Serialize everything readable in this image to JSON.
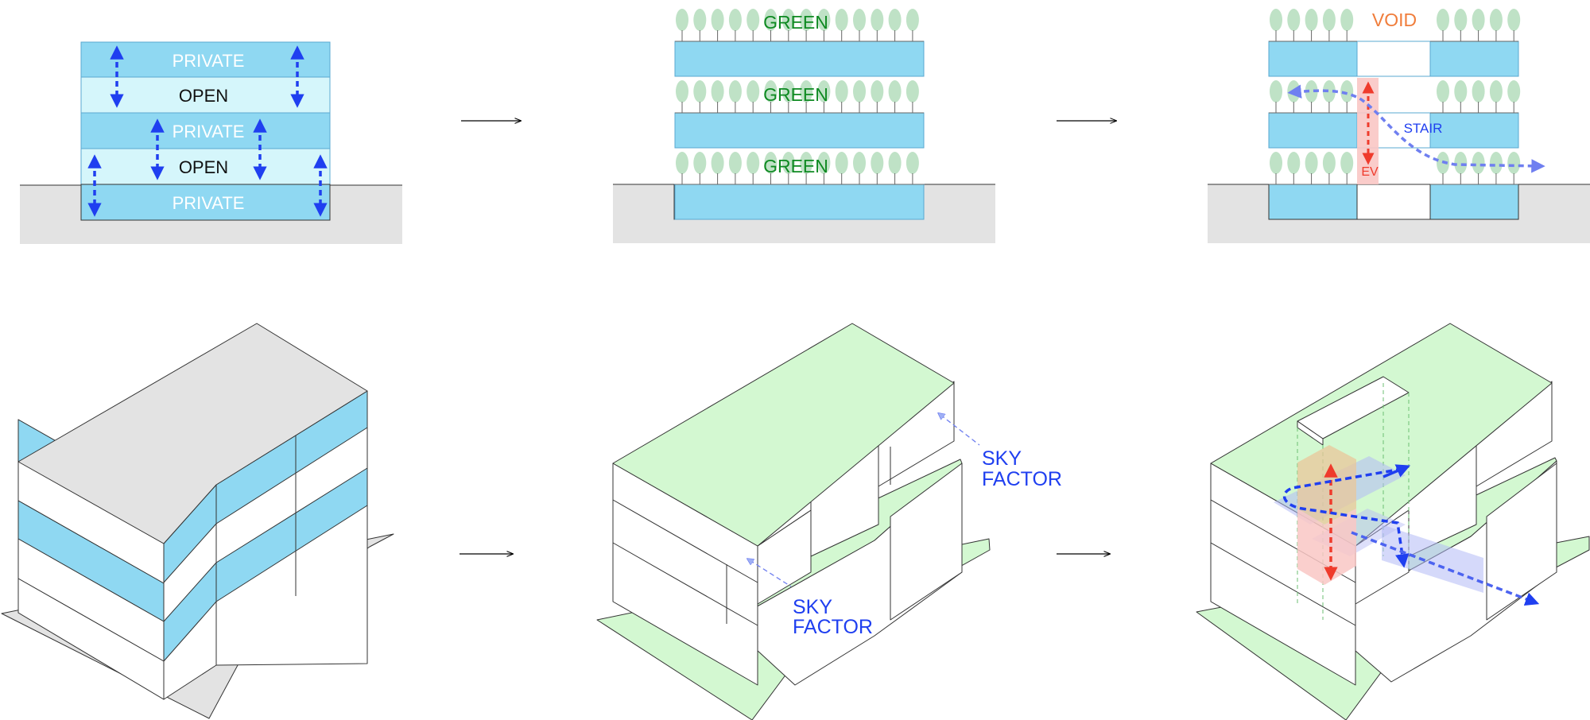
{
  "colors": {
    "blue_band": "#8fd8f2",
    "open_band": "#d5f6fb",
    "ground": "#e3e3e3",
    "green_roof": "#d3f8d1",
    "tree": "#bfe2c6",
    "arrow_blue": "#1f3ff0",
    "arrow_light": "#6f7ff0",
    "red": "#ef3b2c",
    "void_orange": "#f07d3b",
    "green_text": "#0f8a22",
    "outline": "#333333"
  },
  "panel1": {
    "labels": {
      "private_top": "PRIVATE",
      "open_upper": "OPEN",
      "private_mid": "PRIVATE",
      "open_lower": "OPEN",
      "private_bottom": "PRIVATE"
    }
  },
  "panel2": {
    "labels": {
      "green_1": "GREEN",
      "green_2": "GREEN",
      "green_3": "GREEN"
    }
  },
  "panel3": {
    "labels": {
      "void": "VOID",
      "stair": "STAIR",
      "ev": "EV"
    }
  },
  "panel5": {
    "labels": {
      "sky_top_1": "SKY",
      "sky_top_2": "FACTOR",
      "sky_bottom_1": "SKY",
      "sky_bottom_2": "FACTOR"
    }
  }
}
